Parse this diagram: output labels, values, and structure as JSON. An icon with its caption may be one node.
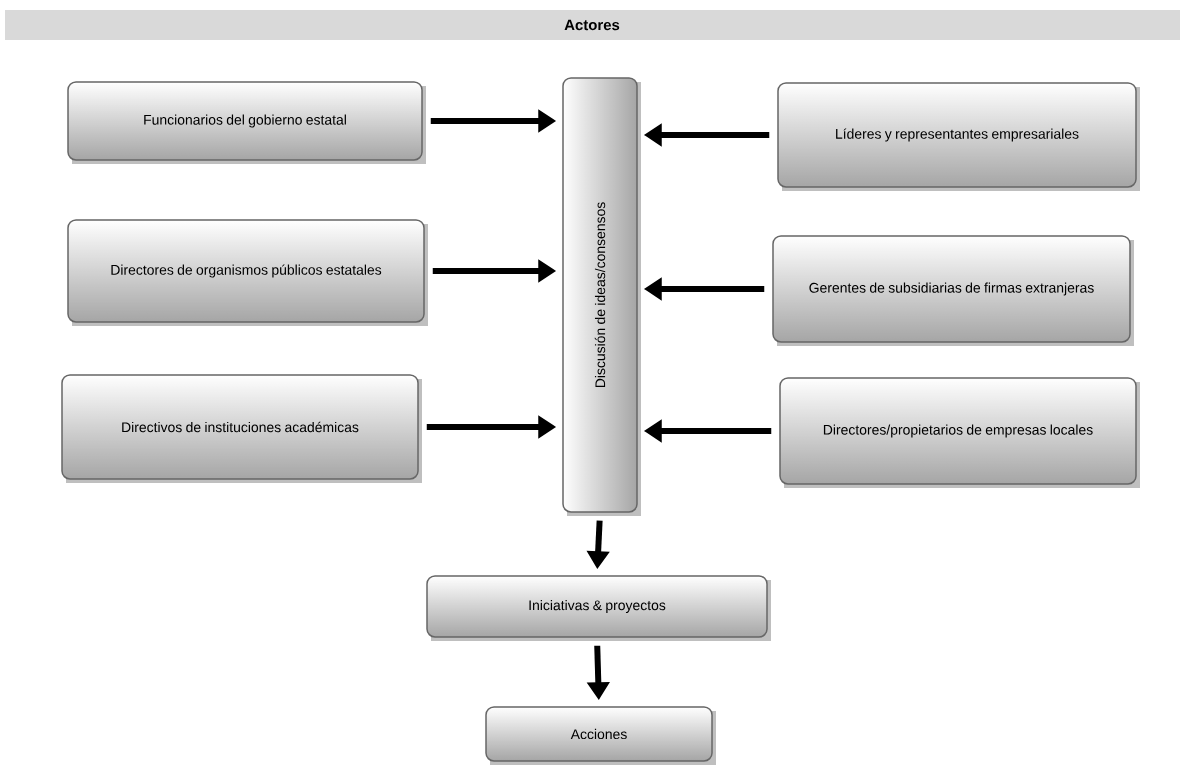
{
  "diagram": {
    "title": "Actores",
    "nodes": [
      {
        "text": [
          "Funcionarios del gobierno estatal"
        ]
      },
      {
        "text": [
          "Discusión de ideas/consensos"
        ]
      },
      {
        "text": [
          "Líderes y representantes empresariales"
        ]
      },
      {
        "text": [
          "Directores de organismos públicos estatales"
        ]
      },
      {
        "text": [
          "Gerentes de subsidiarias de firmas extranjeras"
        ]
      },
      {
        "text": [
          "Directivos de instituciones académicas"
        ]
      },
      {
        "text": [
          "Directores/propietarios de empresas locales"
        ]
      },
      {
        "text": [
          "Iniciativas & proyectos"
        ]
      },
      {
        "text": [
          "Acciones"
        ]
      }
    ],
    "edges": [
      {
        "from": 0,
        "to": 1,
        "arrow": "to"
      },
      {
        "from": 2,
        "to": 1,
        "arrow": "to"
      },
      {
        "from": 3,
        "to": 1,
        "arrow": "to"
      },
      {
        "from": 4,
        "to": 1,
        "arrow": "to"
      },
      {
        "from": 5,
        "to": 1,
        "arrow": "to"
      },
      {
        "from": 6,
        "to": 1,
        "arrow": "to"
      },
      {
        "from": 1,
        "to": 7,
        "arrow": "to"
      },
      {
        "from": 7,
        "to": 8,
        "arrow": "to"
      }
    ]
  }
}
